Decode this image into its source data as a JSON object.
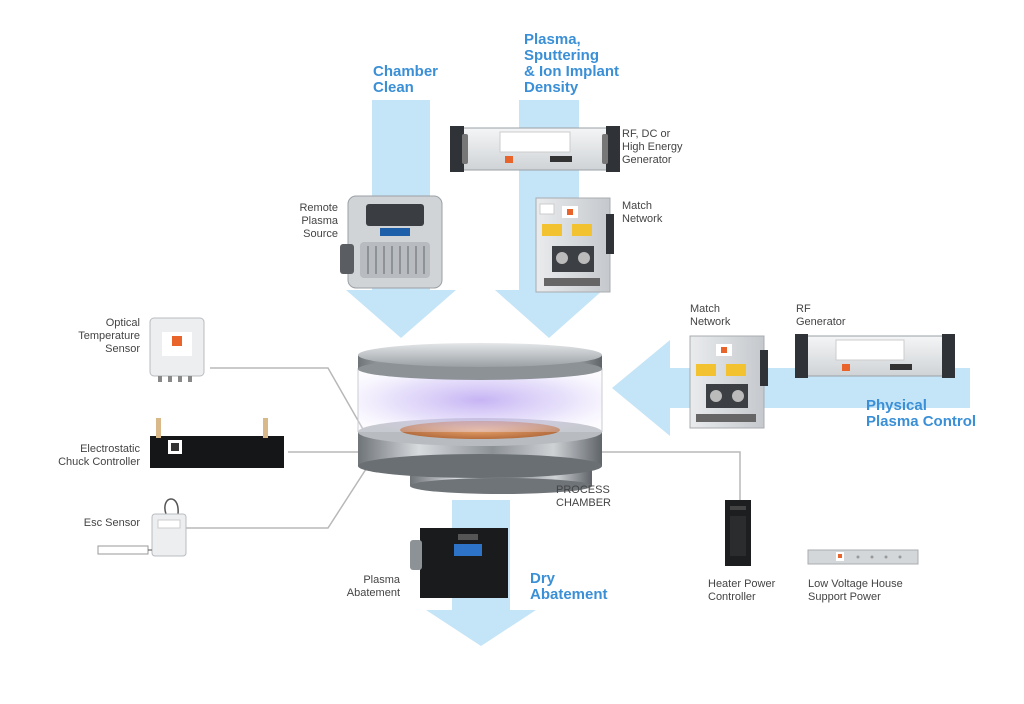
{
  "labels": {
    "chamber_clean": "Chamber\nClean",
    "plasma_density": "Plasma,\nSputtering\n& Ion Implant\nDensity",
    "generator_top": "RF, DC or\nHigh Energy\nGenerator",
    "match_top": "Match\nNetwork",
    "remote_plasma": "Remote\nPlasma\nSource",
    "optical_sensor": "Optical\nTemperature\nSensor",
    "esc_controller": "Electrostatic\nChuck Controller",
    "esc_sensor": "Esc Sensor",
    "match_right": "Match\nNetwork",
    "rf_generator": "RF\nGenerator",
    "physical_control": "Physical\nPlasma Control",
    "process_chamber": "PROCESS\nCHAMBER",
    "plasma_abatement": "Plasma\nAbatement",
    "dry_abatement": "Dry\nAbatement",
    "heater_controller": "Heater Power\nController",
    "lv_power": "Low Voltage House\nSupport Power"
  },
  "colors": {
    "flow_arrow": "#c4e4f7",
    "heading": "#3a8fd6",
    "label": "#444444",
    "connector": "#b8b8b8",
    "plasma": "#b89be8",
    "wafer": "#d9925a",
    "chamber_metal": "#9ea3a8",
    "logo_orange": "#e8642a"
  },
  "icons": [
    "generator-rack-icon",
    "match-network-icon",
    "remote-plasma-source-icon",
    "optical-sensor-icon",
    "esc-controller-icon",
    "esc-sensor-icon",
    "abatement-unit-icon",
    "heater-controller-icon",
    "power-supply-icon",
    "process-chamber-icon"
  ]
}
